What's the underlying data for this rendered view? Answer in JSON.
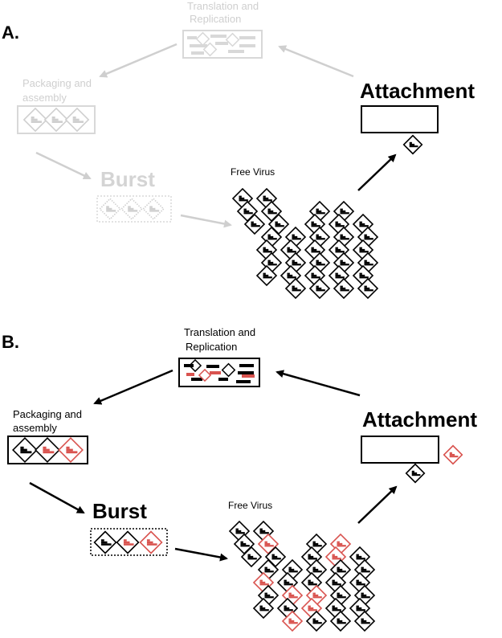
{
  "panel_a": {
    "label": "A.",
    "translation_label_line1": "Translation and",
    "translation_label_line2": "Replication",
    "packaging_label_line1": "Packaging and",
    "packaging_label_line2": "assembly",
    "burst_label": "Burst",
    "free_virus_label": "Free Virus",
    "attachment_label": "Attachment",
    "faded_color": "#cfcfcf"
  },
  "panel_b": {
    "label": "B.",
    "translation_label_line1": "Translation and",
    "translation_label_line2": "Replication",
    "packaging_label_line1": "Packaging and",
    "packaging_label_line2": "assembly",
    "burst_label": "Burst",
    "free_virus_label": "Free Virus",
    "attachment_label": "Attachment"
  },
  "colors": {
    "wild_type": "#000000",
    "mutant": "#d9534f"
  }
}
